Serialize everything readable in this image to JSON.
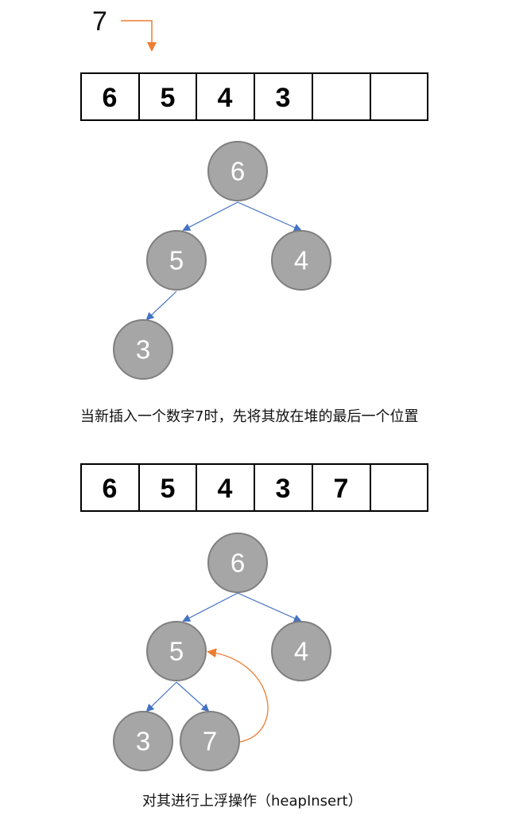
{
  "incoming_number": "7",
  "captions": {
    "step1": "当新插入一个数字7时，先将其放在堆的最后一个位置",
    "step2": "对其进行上浮操作（heapInsert）"
  },
  "array_before": [
    "6",
    "5",
    "4",
    "3",
    "",
    ""
  ],
  "array_after": [
    "6",
    "5",
    "4",
    "3",
    "7",
    ""
  ],
  "tree_before": {
    "nodes": [
      "6",
      "5",
      "4",
      "3"
    ]
  },
  "tree_after": {
    "nodes": [
      "6",
      "5",
      "4",
      "3",
      "7"
    ]
  },
  "colors": {
    "node_fill": "#a6a6a6",
    "node_stroke": "#7f7f7f",
    "edge": "#4472c4",
    "highlight_arrow": "#ed7d31",
    "cell_border": "#000000"
  }
}
